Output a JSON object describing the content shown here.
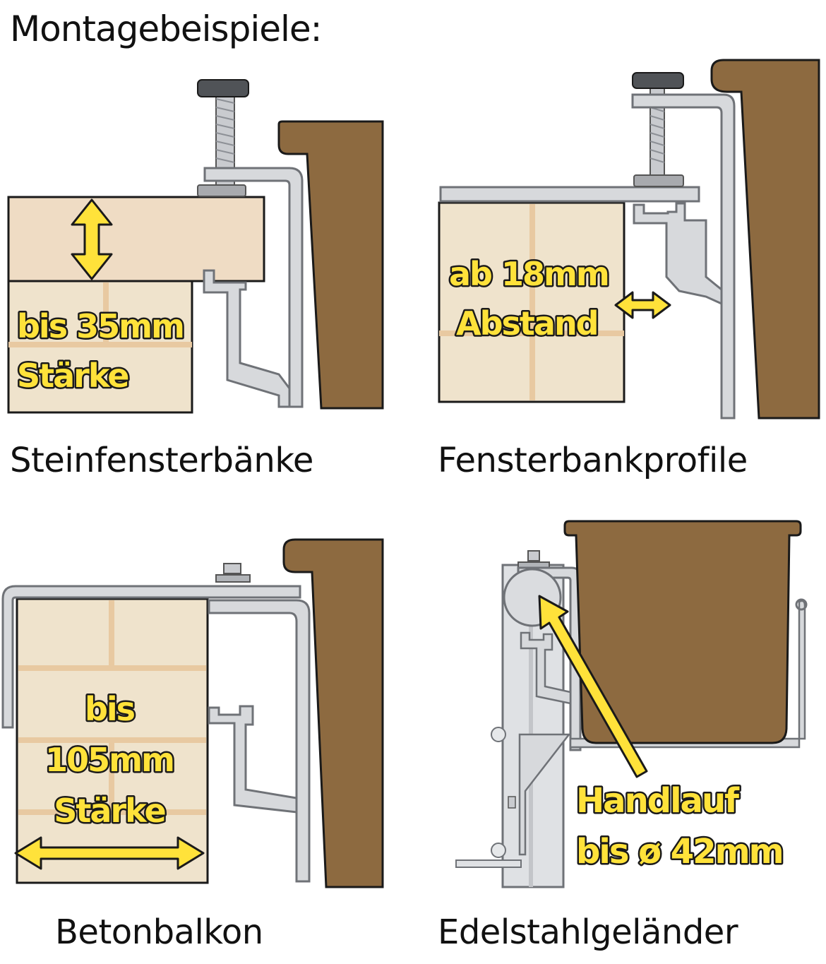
{
  "title": "Montagebeispiele:",
  "colors": {
    "wood": "#8d6a40",
    "stone": "#efdcc4",
    "brick": "#efe3cc",
    "metal": "#d7d9dc",
    "label_fill": "#ffe23a",
    "outline": "#1a1a1a"
  },
  "panels": [
    {
      "caption": "Steinfensterbänke",
      "labels": [
        "bis 35mm",
        "Stärke"
      ]
    },
    {
      "caption": "Fensterbankprofile",
      "labels": [
        "ab 18mm",
        "Abstand"
      ]
    },
    {
      "caption": "Betonbalkon",
      "labels": [
        "bis",
        "105mm",
        "Stärke"
      ]
    },
    {
      "caption": "Edelstahlgeländer",
      "labels": [
        "Handlauf",
        "bis ø 42mm"
      ]
    }
  ]
}
